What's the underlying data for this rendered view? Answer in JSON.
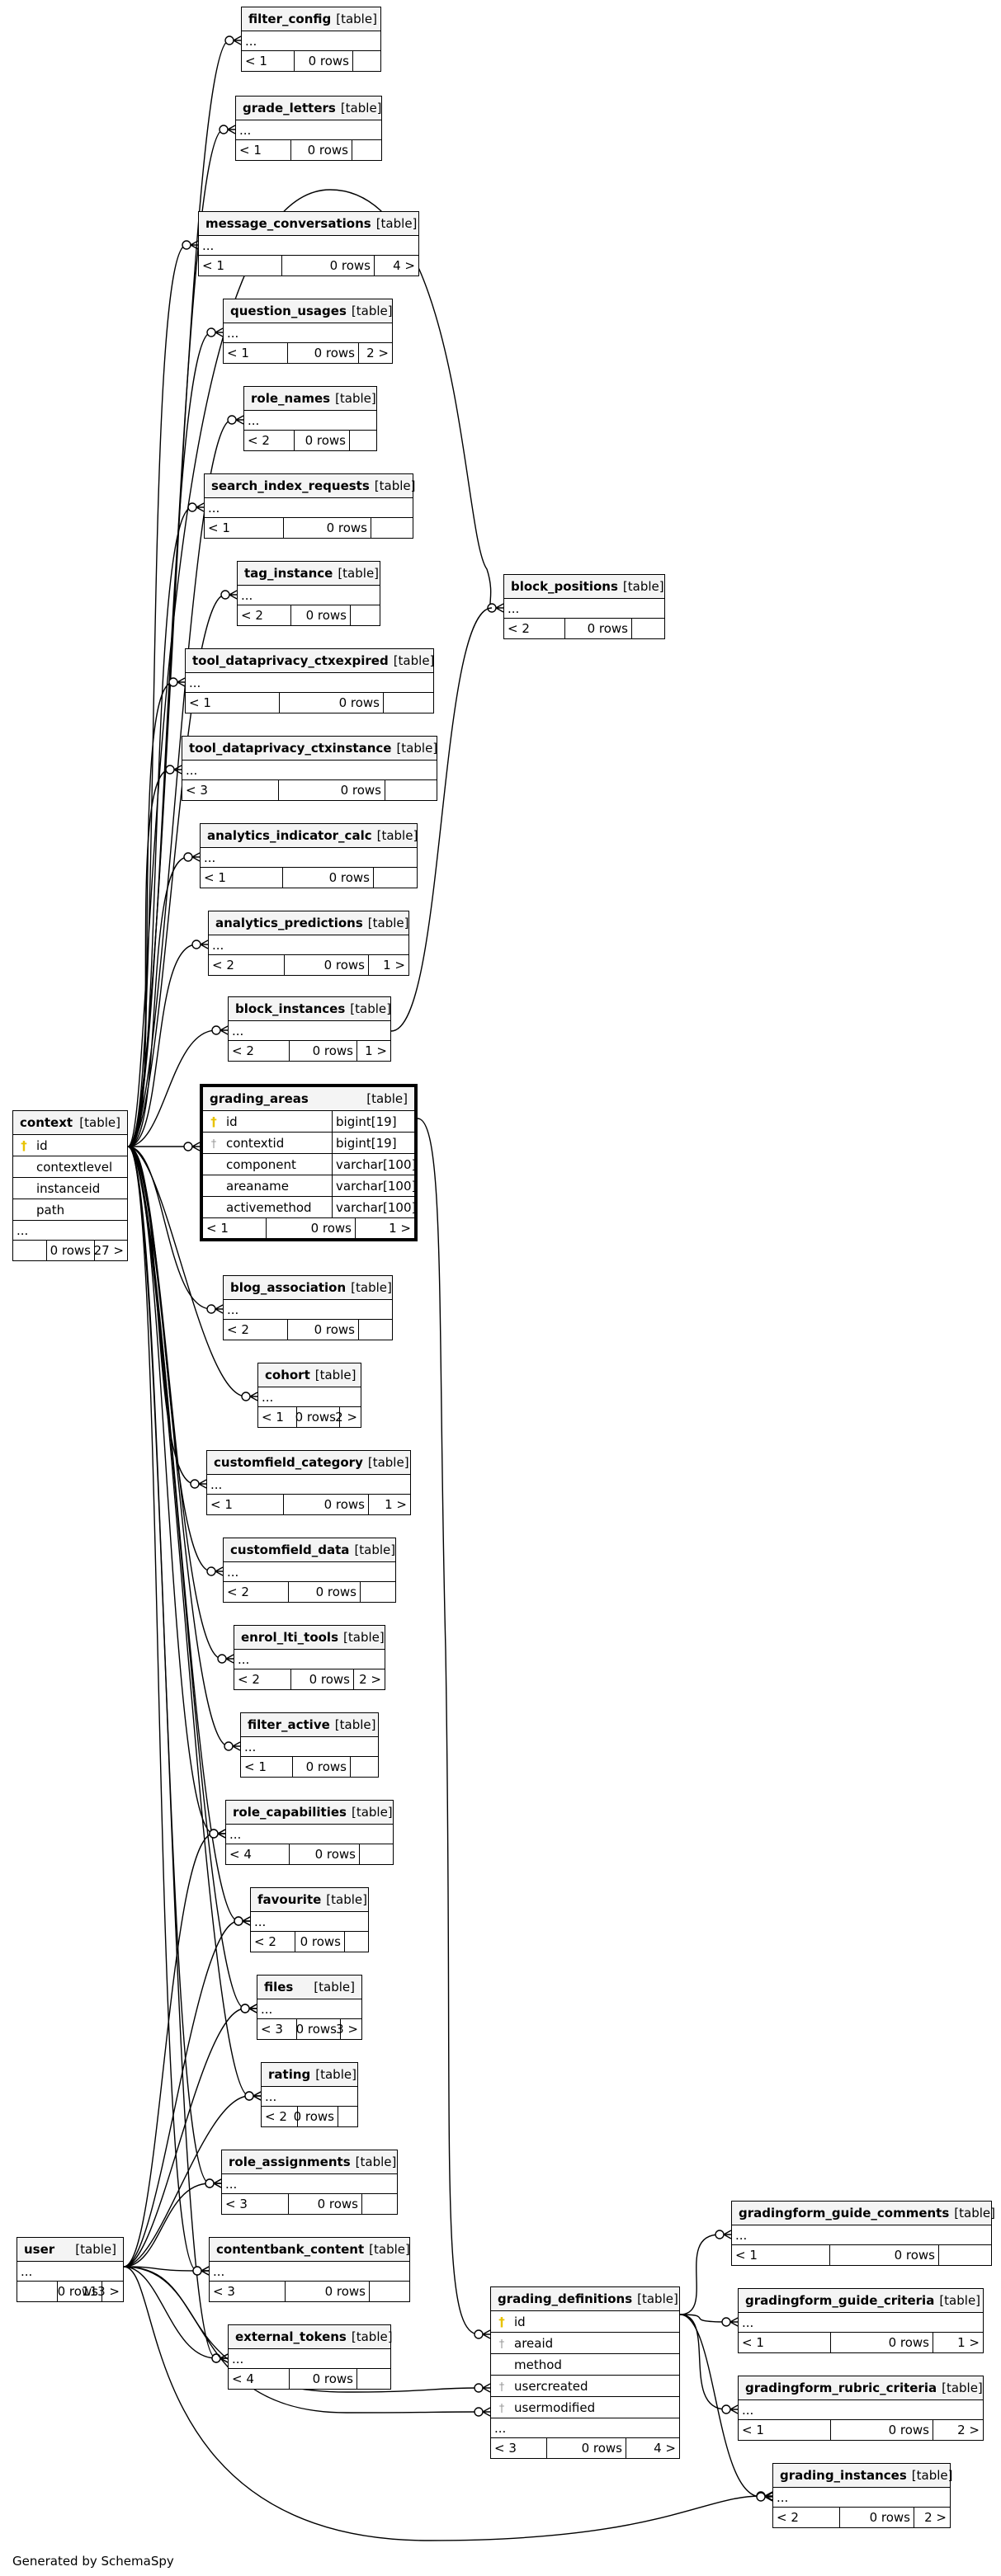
{
  "footer": "Generated by SchemaSpy",
  "labels": {
    "table": "[table]",
    "more": "...",
    "rows_suffix": " rows"
  },
  "tables": [
    {
      "name": "filter_config",
      "parents": "< 1",
      "rows": "0",
      "children": ""
    },
    {
      "name": "grade_letters",
      "parents": "< 1",
      "rows": "0",
      "children": ""
    },
    {
      "name": "message_conversations",
      "parents": "< 1",
      "rows": "0",
      "children": "4 >"
    },
    {
      "name": "question_usages",
      "parents": "< 1",
      "rows": "0",
      "children": "2 >"
    },
    {
      "name": "role_names",
      "parents": "< 2",
      "rows": "0",
      "children": ""
    },
    {
      "name": "search_index_requests",
      "parents": "< 1",
      "rows": "0",
      "children": ""
    },
    {
      "name": "tag_instance",
      "parents": "< 2",
      "rows": "0",
      "children": ""
    },
    {
      "name": "tool_dataprivacy_ctxexpired",
      "parents": "< 1",
      "rows": "0",
      "children": ""
    },
    {
      "name": "tool_dataprivacy_ctxinstance",
      "parents": "< 3",
      "rows": "0",
      "children": ""
    },
    {
      "name": "analytics_indicator_calc",
      "parents": "< 1",
      "rows": "0",
      "children": ""
    },
    {
      "name": "analytics_predictions",
      "parents": "< 2",
      "rows": "0",
      "children": "1 >"
    },
    {
      "name": "block_instances",
      "parents": "< 2",
      "rows": "0",
      "children": "1 >"
    },
    {
      "name": "block_positions",
      "parents": "< 2",
      "rows": "0",
      "children": ""
    },
    {
      "name": "blog_association",
      "parents": "< 2",
      "rows": "0",
      "children": ""
    },
    {
      "name": "cohort",
      "parents": "< 1",
      "rows": "0",
      "children": "2 >"
    },
    {
      "name": "customfield_category",
      "parents": "< 1",
      "rows": "0",
      "children": "1 >"
    },
    {
      "name": "customfield_data",
      "parents": "< 2",
      "rows": "0",
      "children": ""
    },
    {
      "name": "enrol_lti_tools",
      "parents": "< 2",
      "rows": "0",
      "children": "2 >"
    },
    {
      "name": "filter_active",
      "parents": "< 1",
      "rows": "0",
      "children": ""
    },
    {
      "name": "role_capabilities",
      "parents": "< 4",
      "rows": "0",
      "children": ""
    },
    {
      "name": "favourite",
      "parents": "< 2",
      "rows": "0",
      "children": ""
    },
    {
      "name": "files",
      "parents": "< 3",
      "rows": "0",
      "children": "3 >"
    },
    {
      "name": "rating",
      "parents": "< 2",
      "rows": "0",
      "children": ""
    },
    {
      "name": "role_assignments",
      "parents": "< 3",
      "rows": "0",
      "children": ""
    },
    {
      "name": "contentbank_content",
      "parents": "< 3",
      "rows": "0",
      "children": ""
    },
    {
      "name": "external_tokens",
      "parents": "< 4",
      "rows": "0",
      "children": ""
    },
    {
      "name": "user",
      "parents": "",
      "rows": "0",
      "children": "113 >"
    },
    {
      "name": "gradingform_guide_comments",
      "parents": "< 1",
      "rows": "0",
      "children": ""
    },
    {
      "name": "gradingform_guide_criteria",
      "parents": "< 1",
      "rows": "0",
      "children": "1 >"
    },
    {
      "name": "gradingform_rubric_criteria",
      "parents": "< 1",
      "rows": "0",
      "children": "2 >"
    },
    {
      "name": "grading_instances",
      "parents": "< 2",
      "rows": "0",
      "children": "2 >"
    }
  ],
  "context": {
    "name": "context",
    "columns": [
      {
        "name": "id",
        "key": "pk"
      },
      {
        "name": "contextlevel",
        "key": ""
      },
      {
        "name": "instanceid",
        "key": ""
      },
      {
        "name": "path",
        "key": ""
      }
    ],
    "parents": "",
    "rows": "0",
    "children": "27 >"
  },
  "grading_areas": {
    "name": "grading_areas",
    "columns": [
      {
        "name": "id",
        "type": "bigint[19]",
        "key": "pk"
      },
      {
        "name": "contextid",
        "type": "bigint[19]",
        "key": "fk"
      },
      {
        "name": "component",
        "type": "varchar[100]",
        "key": ""
      },
      {
        "name": "areaname",
        "type": "varchar[100]",
        "key": ""
      },
      {
        "name": "activemethod",
        "type": "varchar[100]",
        "key": ""
      }
    ],
    "parents": "< 1",
    "rows": "0",
    "children": "1 >"
  },
  "grading_definitions": {
    "name": "grading_definitions",
    "columns": [
      {
        "name": "id",
        "key": "pk"
      },
      {
        "name": "areaid",
        "key": "fk"
      },
      {
        "name": "method",
        "key": ""
      },
      {
        "name": "usercreated",
        "key": "fk"
      },
      {
        "name": "usermodified",
        "key": "fk"
      }
    ],
    "parents": "< 3",
    "rows": "0",
    "children": "4 >"
  }
}
